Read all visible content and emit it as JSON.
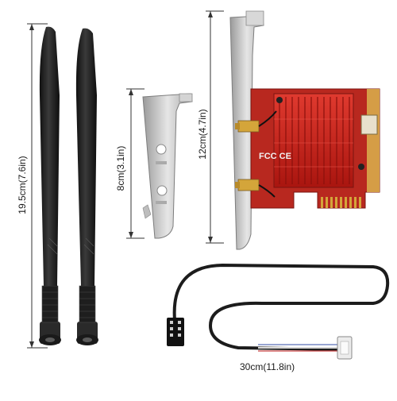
{
  "dimensions": {
    "antenna_length": "19.5cm(7.6in)",
    "low_profile_bracket": "8cm(3.1in)",
    "full_height_bracket": "12cm(4.7in)",
    "cable_length": "30cm(11.8in)"
  },
  "card_markings": {
    "certification": "FCC CE"
  },
  "colors": {
    "heatsink": "#c8201c",
    "pcb": "#b8281f",
    "gold": "#d4a53a",
    "antenna": "#222222",
    "bracket": "#c9c9c9",
    "cable": "#1c1c1c"
  }
}
